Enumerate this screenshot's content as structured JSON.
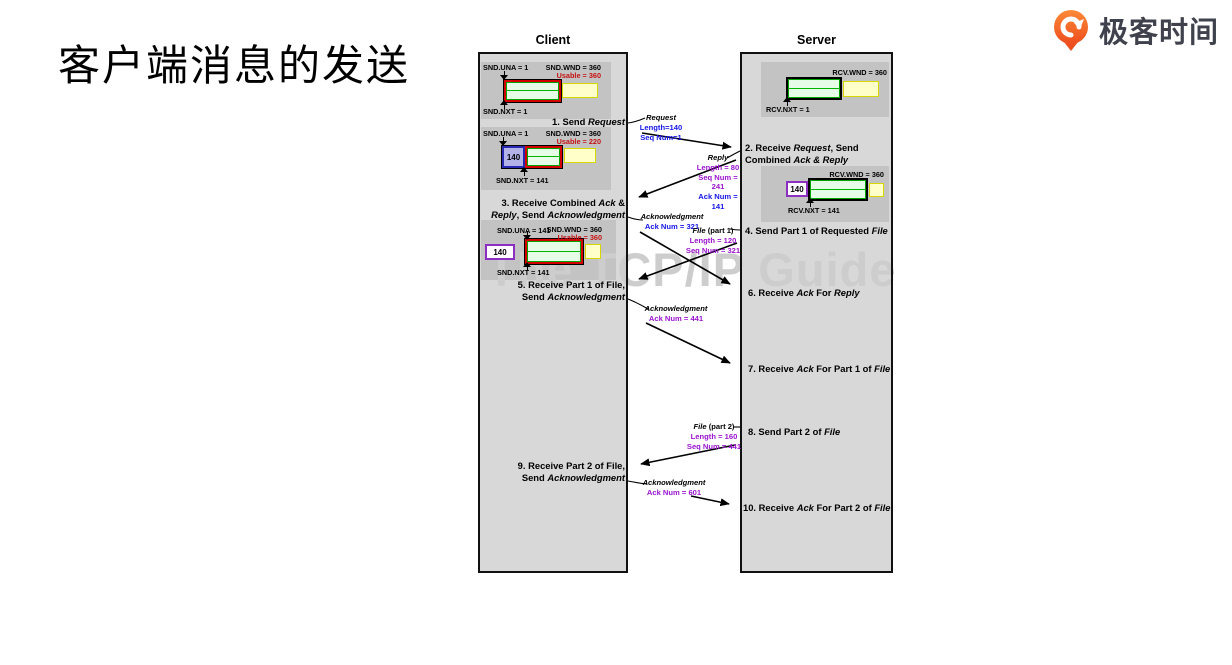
{
  "page": {
    "title": "客户端消息的发送",
    "brand": "极客时间",
    "watermark": "The TCP/IP Guide"
  },
  "palette": {
    "text_blue": "#1414e8",
    "text_purple": "#9a12cf",
    "text_red": "#c61111",
    "window_green_fill": "#e6fce6",
    "window_green_line": "#00a400",
    "window_red_border": "#d40000",
    "window_yellow_fill": "#ffffc9",
    "window_yellow_border": "#d6d600",
    "segment_blue_fill": "#b2b2e8",
    "segment_blue_border": "#2828b0",
    "segment_purple_border": "#8c2fc0",
    "column_gray": "#d8d8d8",
    "panel_gray": "#c3c3c3",
    "brand_orange": "#f4551e"
  },
  "client": {
    "header": "Client",
    "windows": [
      {
        "una": "SND.UNA = 1",
        "wnd": "SND.WND = 360",
        "usable": "Usable = 360",
        "nxt": "SND.NXT = 1"
      },
      {
        "una": "SND.UNA = 1",
        "wnd": "SND.WND = 360",
        "usable": "Usable = 220",
        "nxt": "SND.NXT = 141",
        "segment": "140"
      },
      {
        "una": "SND.UNA = 141",
        "wnd": "SND.WND = 360",
        "usable": "Usable = 360",
        "nxt": "SND.NXT = 141",
        "segment": "140"
      }
    ],
    "steps": [
      {
        "parts": [
          {
            "t": "1. Send "
          },
          {
            "t": "Request",
            "i": true
          }
        ]
      },
      {
        "parts": [
          {
            "t": "3. Receive Combined "
          },
          {
            "t": "Ack",
            "i": true
          },
          {
            "t": " &\n"
          },
          {
            "t": "Reply",
            "i": true
          },
          {
            "t": ", Send "
          },
          {
            "t": "Acknowledgment",
            "i": true
          }
        ]
      },
      {
        "parts": [
          {
            "t": "5. Receive Part 1 of File,\nSend "
          },
          {
            "t": "Acknowledgment",
            "i": true
          }
        ]
      },
      {
        "parts": [
          {
            "t": "9. Receive Part 2 of File,\nSend "
          },
          {
            "t": "Acknowledgment",
            "i": true
          }
        ]
      }
    ]
  },
  "server": {
    "header": "Server",
    "windows": [
      {
        "wnd": "RCV.WND = 360",
        "nxt": "RCV.NXT = 1"
      },
      {
        "wnd": "RCV.WND = 360",
        "nxt": "RCV.NXT = 141",
        "segment": "140"
      }
    ],
    "steps": [
      {
        "parts": [
          {
            "t": "2. Receive "
          },
          {
            "t": "Request",
            "i": true
          },
          {
            "t": ", Send\nCombined "
          },
          {
            "t": "Ack & Reply",
            "i": true
          }
        ]
      },
      {
        "parts": [
          {
            "t": "4. Send Part 1 of Requested "
          },
          {
            "t": "File",
            "i": true
          }
        ]
      },
      {
        "parts": [
          {
            "t": "6. Receive "
          },
          {
            "t": "Ack",
            "i": true
          },
          {
            "t": " For "
          },
          {
            "t": "Reply",
            "i": true
          }
        ]
      },
      {
        "parts": [
          {
            "t": "7. Receive "
          },
          {
            "t": "Ack",
            "i": true
          },
          {
            "t": " For Part 1 of "
          },
          {
            "t": "File",
            "i": true
          }
        ]
      },
      {
        "parts": [
          {
            "t": "8. Send Part 2 of "
          },
          {
            "t": "File",
            "i": true
          }
        ]
      },
      {
        "parts": [
          {
            "t": "10. Receive "
          },
          {
            "t": "Ack",
            "i": true
          },
          {
            "t": " For Part 2 of "
          },
          {
            "t": "File",
            "i": true
          }
        ]
      }
    ]
  },
  "messages": [
    {
      "name_parts": [
        {
          "t": "Request",
          "i": true
        }
      ],
      "lines": [
        {
          "text": "Length=140",
          "color": "blue"
        },
        {
          "text": "Seq Num=1",
          "color": "blue"
        }
      ]
    },
    {
      "name_parts": [
        {
          "t": "Reply",
          "i": true
        }
      ],
      "lines": [
        {
          "text": "Length = 80",
          "color": "purple"
        },
        {
          "text": "Seq Num = 241",
          "color": "purple"
        },
        {
          "text": "Ack Num = 141",
          "color": "blue"
        }
      ]
    },
    {
      "name_parts": [
        {
          "t": "Acknowledgment",
          "i": true
        }
      ],
      "lines": [
        {
          "text": "Ack Num = 321",
          "color": "blue"
        }
      ]
    },
    {
      "name_parts": [
        {
          "t": "File",
          "i": true
        },
        {
          "t": " (part 1)"
        }
      ],
      "lines": [
        {
          "text": "Length = 120",
          "color": "purple"
        },
        {
          "text": "Seq Num = 321",
          "color": "purple"
        }
      ]
    },
    {
      "name_parts": [
        {
          "t": "Acknowledgment",
          "i": true
        }
      ],
      "lines": [
        {
          "text": "Ack Num = 441",
          "color": "purple"
        }
      ]
    },
    {
      "name_parts": [
        {
          "t": "File",
          "i": true
        },
        {
          "t": " (part 2)"
        }
      ],
      "lines": [
        {
          "text": "Length = 160",
          "color": "purple"
        },
        {
          "text": "Seq Num = 441",
          "color": "purple"
        }
      ]
    },
    {
      "name_parts": [
        {
          "t": "Acknowledgment",
          "i": true
        }
      ],
      "lines": [
        {
          "text": "Ack Num = 601",
          "color": "purple"
        }
      ]
    }
  ]
}
